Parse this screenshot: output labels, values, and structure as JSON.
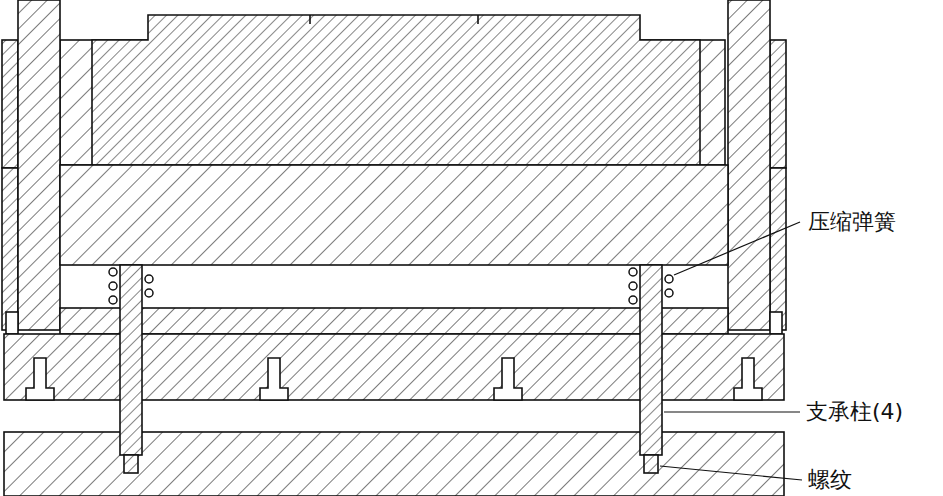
{
  "diagram": {
    "labels": [
      "压缩弹簧",
      "支承柱(4)",
      "螺纹"
    ]
  }
}
